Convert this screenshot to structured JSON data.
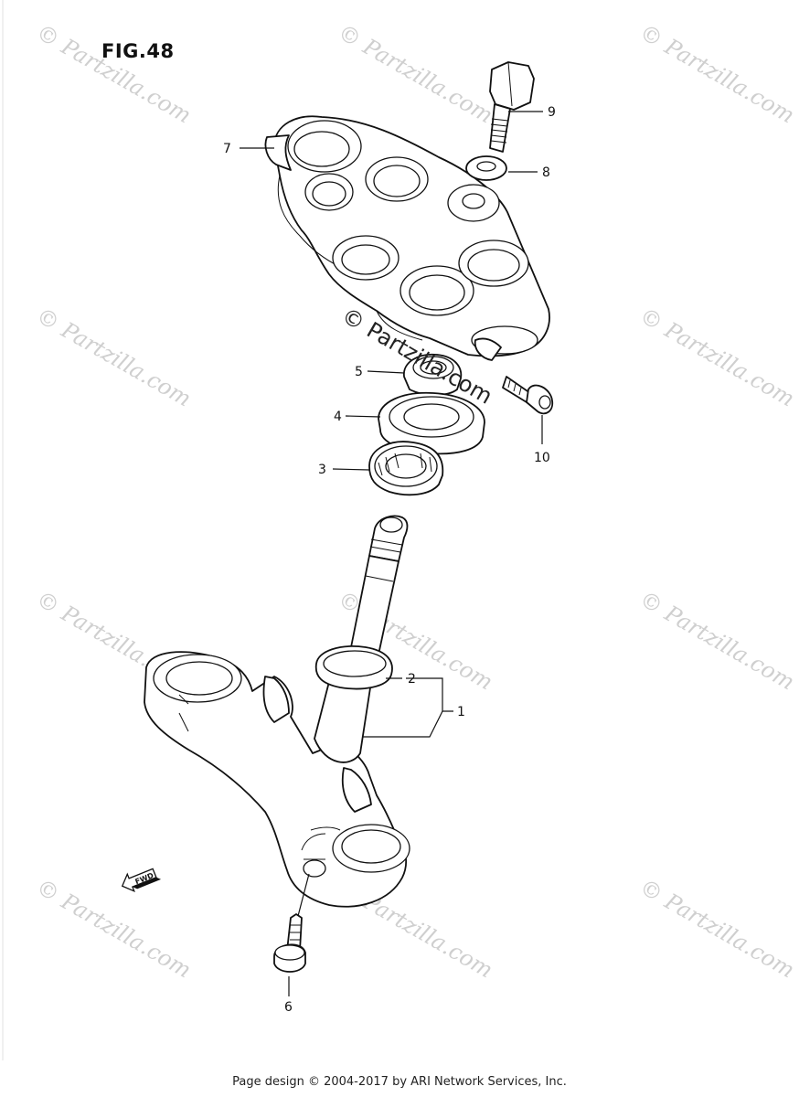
{
  "figure": {
    "title": "FIG.48"
  },
  "watermark": {
    "text": "© Partzilla.com",
    "center_text": "© Partzilla.com"
  },
  "fwd_arrow": {
    "label": "FWD"
  },
  "callouts": {
    "c1": "1",
    "c2": "2",
    "c3": "3",
    "c4": "4",
    "c5": "5",
    "c6": "6",
    "c7": "7",
    "c8": "8",
    "c9": "9",
    "c10": "10"
  },
  "footer": {
    "text": "Page design © 2004-2017 by ARI Network Services, Inc."
  }
}
